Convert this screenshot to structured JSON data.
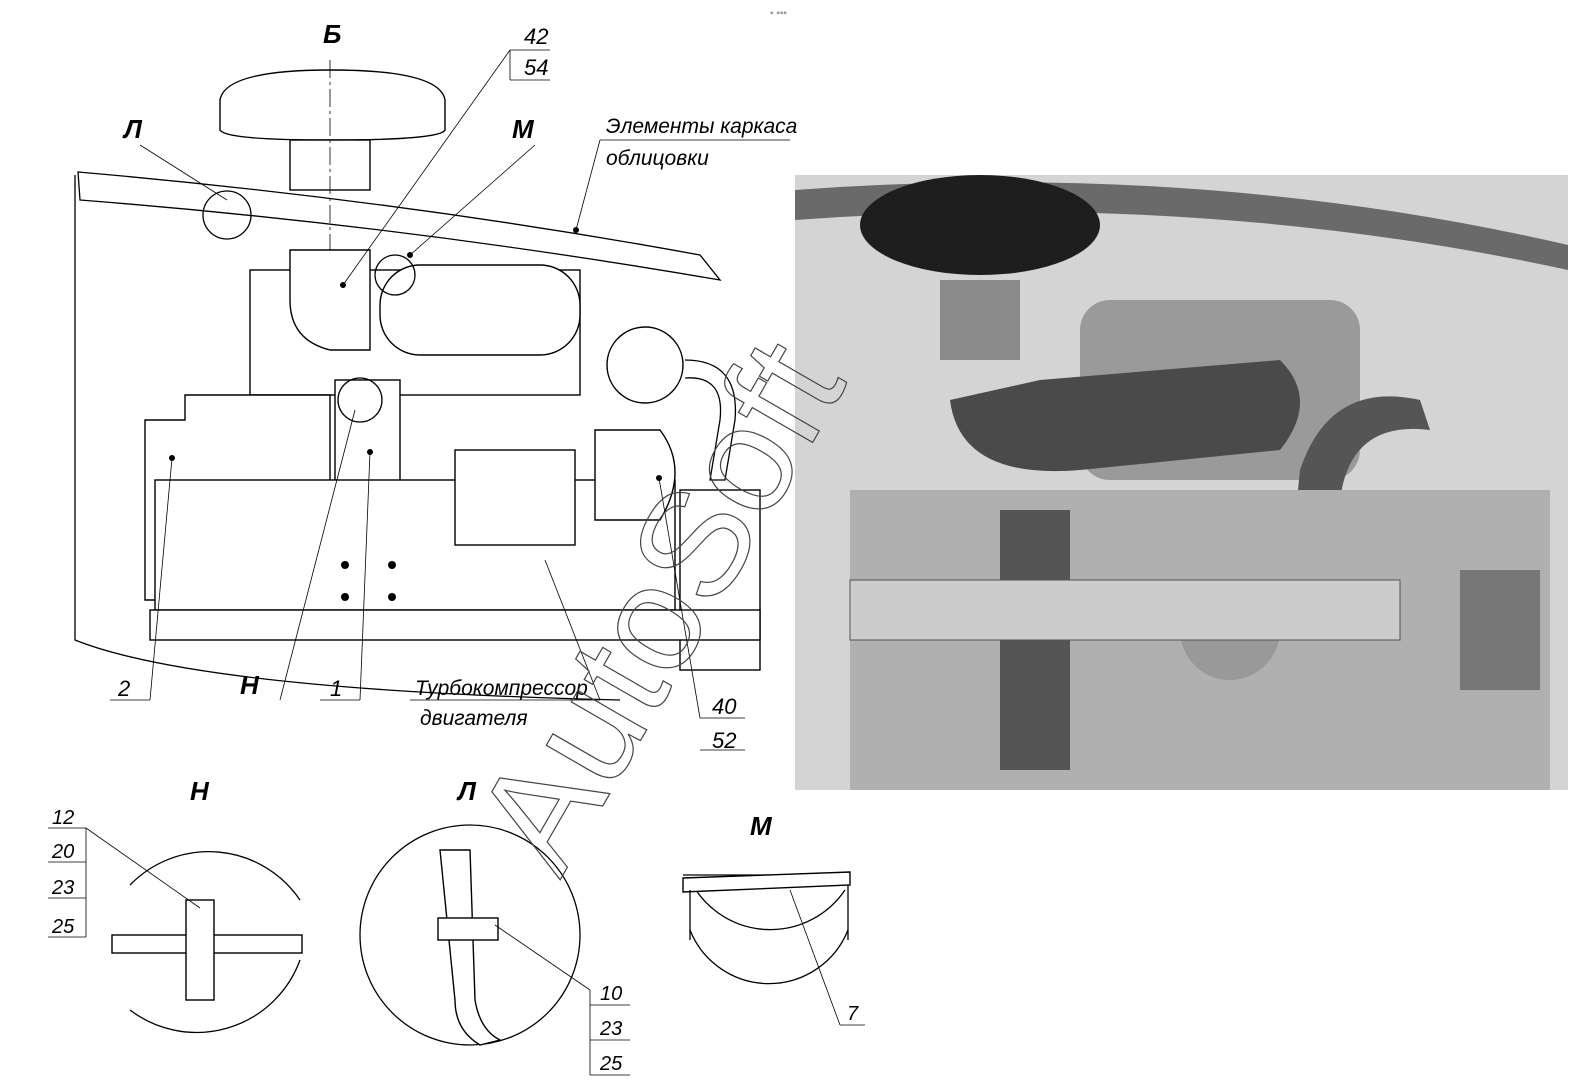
{
  "toolbar_dots": "▪ ▪▪▪",
  "watermark": "AutoSoft",
  "views": {
    "top_letter": "Б",
    "detail_L": "Л",
    "detail_M": "М",
    "detail_N": "Н"
  },
  "callouts": {
    "c42": "42",
    "c54": "54",
    "frame_elements_line1": "Элементы каркаса",
    "frame_elements_line2": "облицовки",
    "c2": "2",
    "cN": "Н",
    "c1": "1",
    "turbo_line1": "Турбокомпрессор",
    "turbo_line2": "двигателя",
    "c40": "40",
    "c52": "52"
  },
  "detail_N": {
    "title": "Н",
    "labels": [
      "12",
      "20",
      "23",
      "25"
    ]
  },
  "detail_L": {
    "title": "Л",
    "labels": [
      "10",
      "23",
      "25"
    ]
  },
  "detail_M": {
    "title": "М",
    "labels": [
      "7"
    ]
  }
}
